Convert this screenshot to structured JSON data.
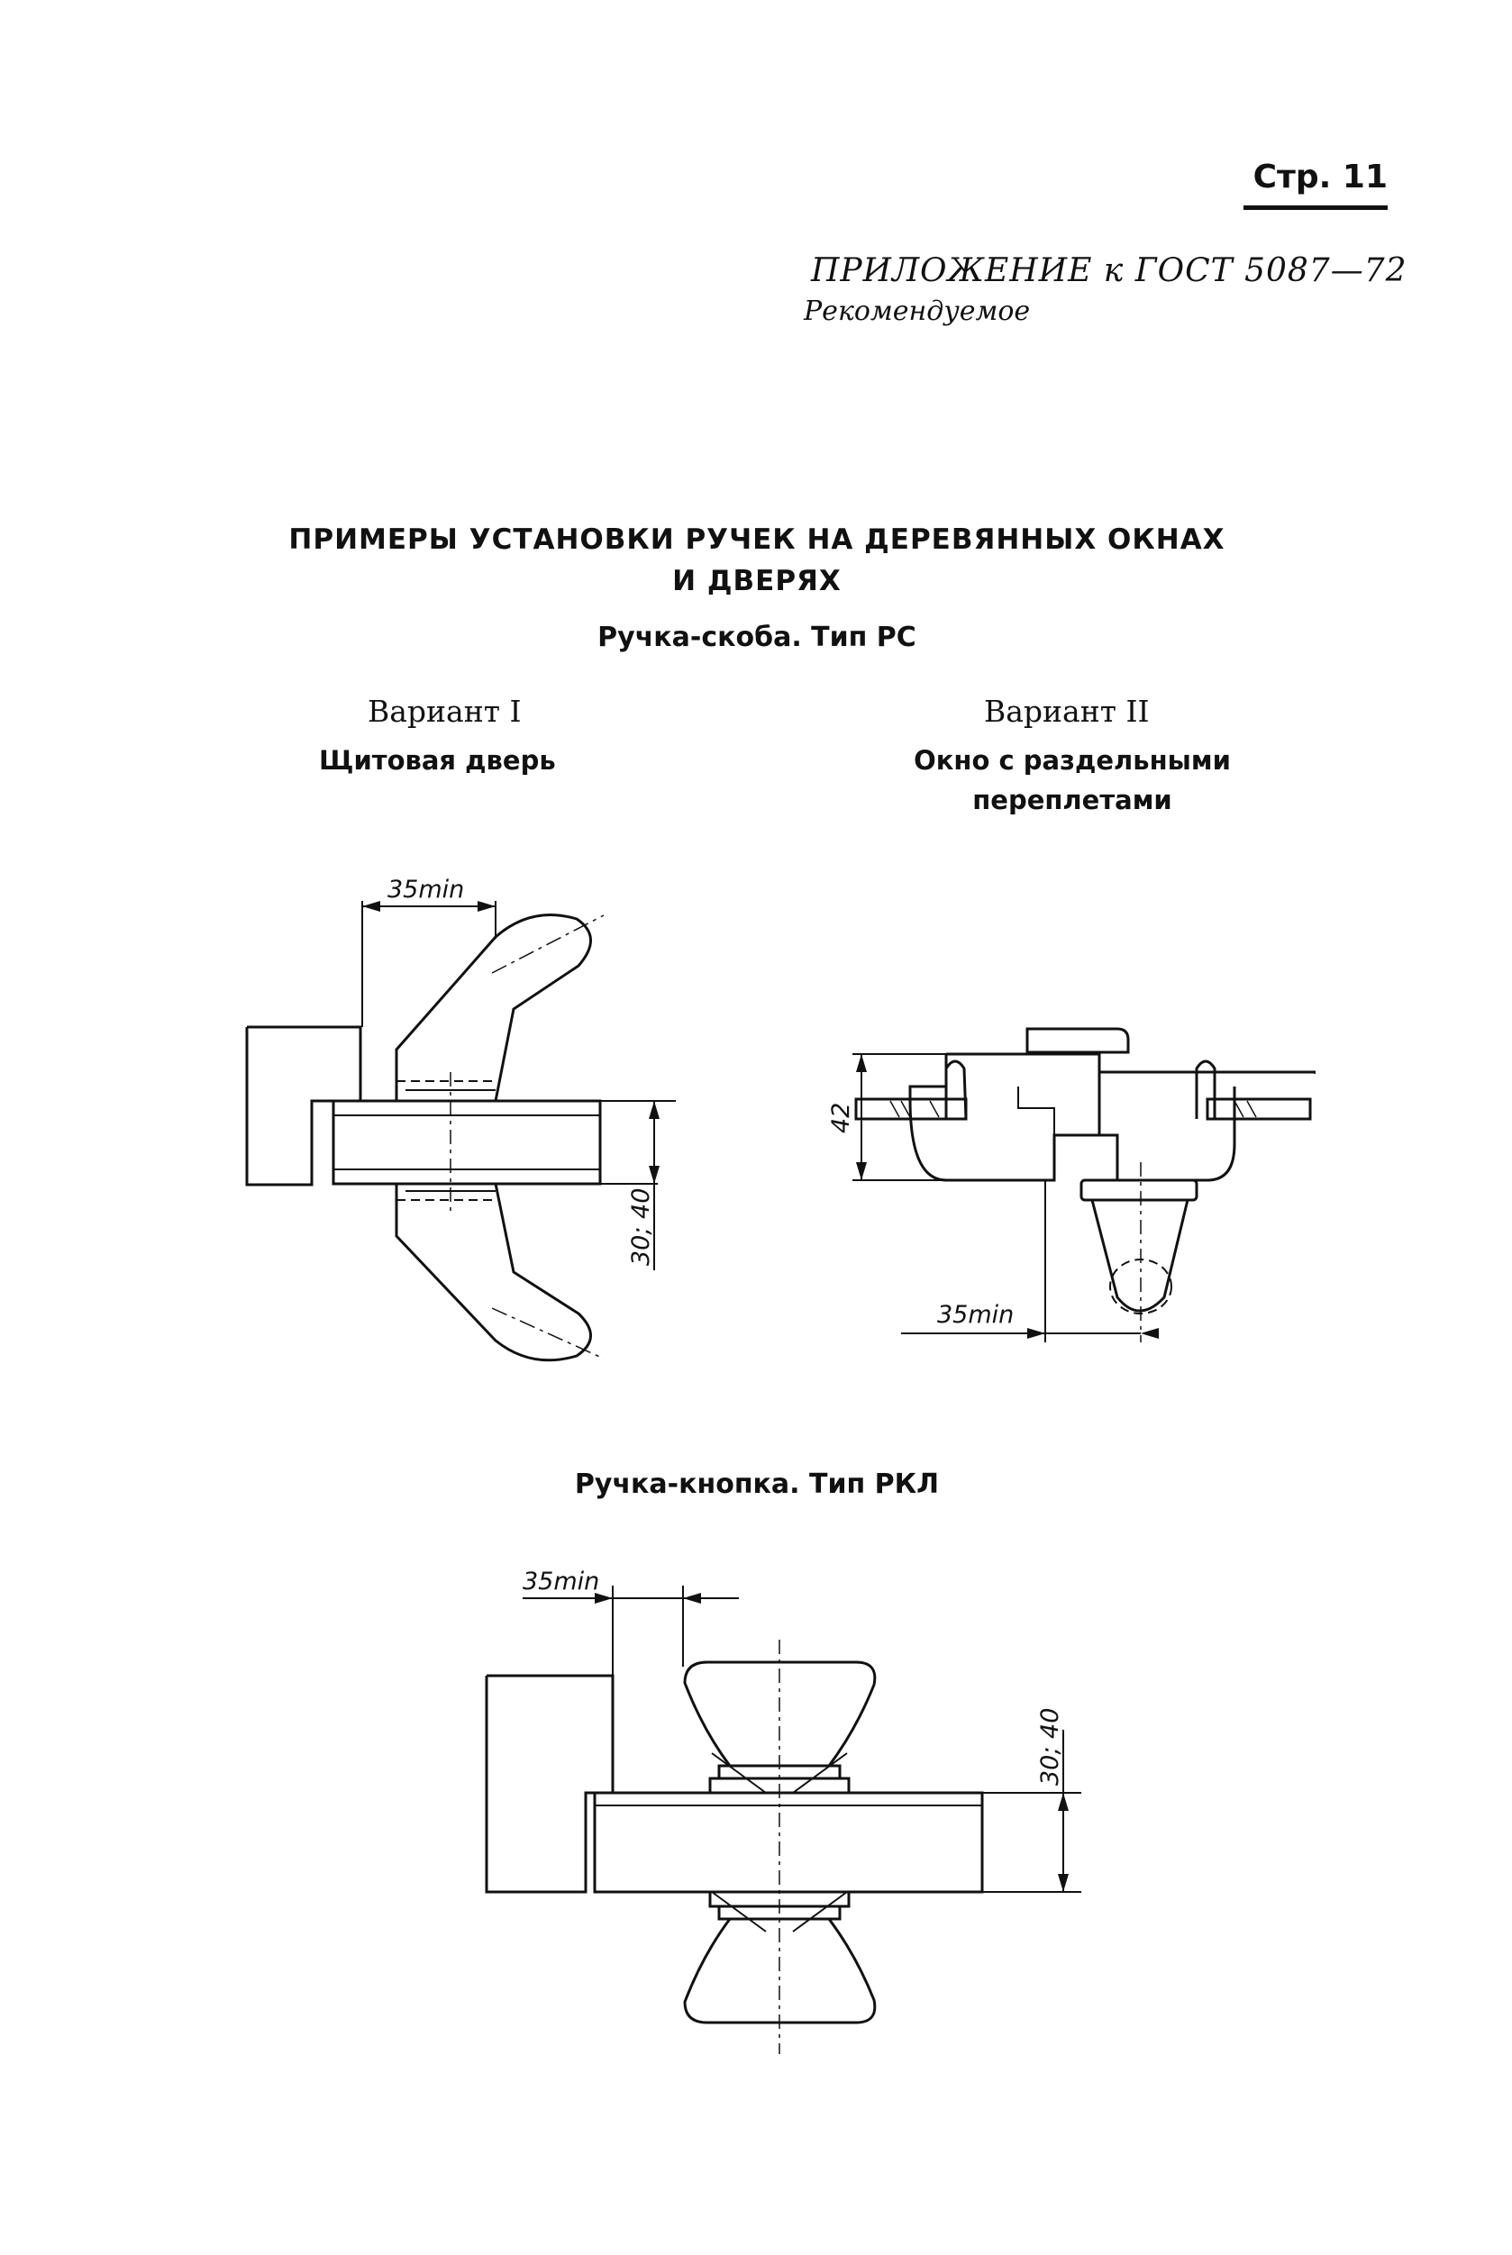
{
  "header": {
    "page_number": "Стр. 11",
    "appendix": "ПРИЛОЖЕНИЕ к ГОСТ 5087—72",
    "status": "Рекомендуемое"
  },
  "title": {
    "line1": "ПРИМЕРЫ УСТАНОВКИ РУЧЕК НА ДЕРЕВЯННЫХ ОКНАХ",
    "line2": "И ДВЕРЯХ"
  },
  "section_rs": {
    "heading": "Ручка-скоба. Тип РС",
    "variant1": {
      "label": "Вариант I",
      "caption": "Щитовая дверь",
      "dim_top": "35min",
      "dim_side": "30; 40"
    },
    "variant2": {
      "label": "Вариант II",
      "caption_line1": "Окно с раздельными",
      "caption_line2": "переплетами",
      "dim_side": "42",
      "dim_bottom": "35min"
    }
  },
  "section_rkl": {
    "heading": "Ручка-кнопка. Тип РКЛ",
    "dim_top": "35min",
    "dim_side": "30; 40"
  }
}
